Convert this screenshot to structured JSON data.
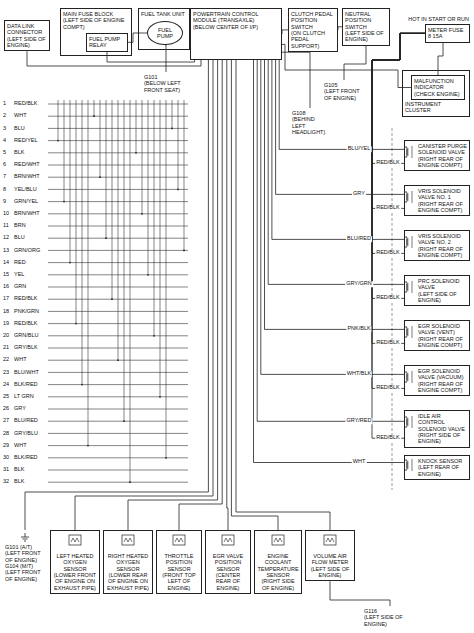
{
  "diagram": {
    "nodes": [
      {
        "text": [
          "MAIN FUSE BLOCK",
          "(LEFT SIDE OF ENGINE COMPT)"
        ]
      },
      {
        "text": [
          "FUEL PUMP RELAY"
        ],
        "in": 0
      },
      {
        "text": [
          "DATA LINK CONNECTOR",
          "(LEFT SIDE OF ENGINE)"
        ]
      },
      {
        "text": [
          "FUEL TANK UNIT"
        ]
      },
      {
        "text": [
          "FUEL PUMP"
        ],
        "in": 3
      },
      {
        "text": [
          "POWERTRAIN CONTROL MODULE (TRANSAXLE)",
          "(BELOW CENTER OF I/P)"
        ]
      },
      {
        "text": [
          "CLUTCH PEDAL POSITION SWITCH",
          "(ON CLUTCH PEDAL SUPPORT)"
        ]
      },
      {
        "text": [
          "NEUTRAL POSITION SWITCH",
          "(LEFT SIDE OF ENGINE)"
        ]
      },
      {
        "text": [
          "HOT IN START OR RUN",
          "METER FUSE 8 15A"
        ]
      },
      {
        "text": [
          "INSTRUMENT CLUSTER"
        ]
      },
      {
        "text": [
          "MALFUNCTION INDICATOR",
          "(CHECK ENGINE)"
        ],
        "in": 9
      },
      {
        "text": [
          "G101",
          "(BELOW LEFT FRONT SEAT)"
        ]
      },
      {
        "text": [
          "G105",
          "(LEFT FRONT OF ENGINE)"
        ]
      },
      {
        "text": [
          "G108",
          "(BEHIND LEFT HEADLIGHT)"
        ]
      },
      {
        "text": [
          "CANISTER PURGE SOLENOID VALVE",
          "(RIGHT REAR OF ENGINE COMPT)"
        ]
      },
      {
        "text": [
          "VRIS SOLENOID VALVE NO. 1",
          "(RIGHT REAR OF ENGINE COMPT)"
        ]
      },
      {
        "text": [
          "VRIS SOLENOID VALVE NO. 2",
          "(RIGHT REAR OF ENGINE COMPT)"
        ]
      },
      {
        "text": [
          "PRC SOLENOID VALVE",
          "(LEFT SIDE OF ENGINE)"
        ]
      },
      {
        "text": [
          "EGR SOLENOID VALVE (VENT)",
          "(RIGHT REAR OF ENGINE COMPT)"
        ]
      },
      {
        "text": [
          "EGR SOLENOID VALVE (VACUUM)",
          "(RIGHT REAR OF ENGINE COMPT)"
        ]
      },
      {
        "text": [
          "IDLE AIR CONTROL SOLENOID VALVE",
          "(RIGHT SIDE OF ENGINE)"
        ]
      },
      {
        "text": [
          "KNOCK SENSOR",
          "(LEFT REAR OF ENGINE)"
        ]
      },
      {
        "text": [
          "G101 (A/T)",
          "(LEFT FRONT OF ENGINE)",
          "G104 (M/T)",
          "(LEFT FRONT OF ENGINE)"
        ]
      },
      {
        "text": [
          "LEFT HEATED OXYGEN SENSOR",
          "(LOWER FRONT OF ENGINE ON EXHAUST PIPE)"
        ]
      },
      {
        "text": [
          "RIGHT HEATED OXYGEN SENSOR",
          "(LOWER REAR OF ENGINE ON EXHAUST PIPE)"
        ]
      },
      {
        "text": [
          "THROTTLE POSITION SENSOR",
          "(FRONT TOP LEFT OF ENGINE)"
        ]
      },
      {
        "text": [
          "EGR VALVE POSITION SENSOR",
          "(CENTER REAR OF ENGINE)"
        ]
      },
      {
        "text": [
          "ENGINE COOLANT TEMPERATURE SENSOR",
          "(RIGHT SIDE OF ENGINE)"
        ]
      },
      {
        "text": [
          "VOLUME AIR FLOW METER",
          "(LEFT SIDE OF ENGINE)"
        ]
      },
      {
        "text": [
          "G116",
          "(LEFT SIDE OF ENGINE)"
        ]
      }
    ],
    "edges": [
      {
        "from": 1,
        "to": 5,
        "arrow": "none"
      },
      {
        "from": 1,
        "to": 4,
        "arrow": "none"
      },
      {
        "from": 4,
        "to": 11,
        "arrow": "none"
      },
      {
        "from": 2,
        "to": 5,
        "arrow": "none"
      },
      {
        "from": 5,
        "to": 6,
        "arrow": "none"
      },
      {
        "from": 6,
        "to": 7,
        "arrow": "none"
      },
      {
        "from": 7,
        "to": 12,
        "arrow": "none"
      },
      {
        "from": 5,
        "to": 13,
        "arrow": "none"
      },
      {
        "from": 8,
        "to": 10,
        "arrow": "none"
      },
      {
        "from": 10,
        "to": 5,
        "arrow": "none"
      },
      {
        "from": 8,
        "to": 14,
        "label": "RED/BLK",
        "arrow": "none"
      },
      {
        "from": 8,
        "to": 15,
        "label": "RED/BLK",
        "arrow": "none"
      },
      {
        "from": 8,
        "to": 16,
        "label": "RED/BLK",
        "arrow": "none"
      },
      {
        "from": 8,
        "to": 17,
        "label": "RED/BLK",
        "arrow": "none"
      },
      {
        "from": 8,
        "to": 18,
        "label": "RED/BLK",
        "arrow": "none"
      },
      {
        "from": 8,
        "to": 19,
        "label": "RED/BLK",
        "arrow": "none"
      },
      {
        "from": 8,
        "to": 20,
        "label": "RED/BLK",
        "arrow": "none"
      },
      {
        "from": 5,
        "to": 14,
        "label": "BLU/YEL",
        "arrow": "none"
      },
      {
        "from": 5,
        "to": 15,
        "label": "GRY",
        "arrow": "none"
      },
      {
        "from": 5,
        "to": 16,
        "label": "BLU/RED",
        "arrow": "none"
      },
      {
        "from": 5,
        "to": 17,
        "label": "GRY/GRN",
        "arrow": "none"
      },
      {
        "from": 5,
        "to": 18,
        "label": "PNK/BLK",
        "arrow": "none"
      },
      {
        "from": 5,
        "to": 19,
        "label": "WHT/BLK",
        "arrow": "none"
      },
      {
        "from": 5,
        "to": 20,
        "label": "GRY/RED",
        "arrow": "none"
      },
      {
        "from": 5,
        "to": 21,
        "label": "WHT",
        "arrow": "none"
      },
      {
        "from": 5,
        "to": 22,
        "arrow": "none"
      },
      {
        "from": 5,
        "to": 23,
        "arrow": "none"
      },
      {
        "from": 5,
        "to": 24,
        "arrow": "none"
      },
      {
        "from": 5,
        "to": 25,
        "arrow": "none"
      },
      {
        "from": 5,
        "to": 26,
        "arrow": "none"
      },
      {
        "from": 5,
        "to": 27,
        "arrow": "none"
      },
      {
        "from": 5,
        "to": 28,
        "arrow": "none"
      },
      {
        "from": 28,
        "to": 29,
        "arrow": "none"
      }
    ],
    "labels": [
      "1",
      "2",
      "3",
      "4",
      "5",
      "6",
      "7",
      "8",
      "9",
      "10",
      "11",
      "12",
      "13",
      "14",
      "15",
      "16",
      "17",
      "18",
      "19",
      "20",
      "21",
      "22",
      "23",
      "24",
      "25",
      "26",
      "27",
      "28",
      "29",
      "30",
      "31",
      "32",
      "RED/BLK",
      "WHT",
      "BLU",
      "RED/YEL",
      "BLK",
      "RED/WHT",
      "BRN/WHT",
      "YEL/BLU",
      "GRN/YEL",
      "BRN/WHT",
      "BRN",
      "BLU",
      "GRN/ORG",
      "RED",
      "YEL",
      "GRN",
      "RED/BLK",
      "PNK/GRN",
      "RED/BLK",
      "GRN/BLU",
      "GRY/BLK",
      "WHT",
      "BLU/WHT",
      "BLK/RED",
      "LT GRN",
      "GRY",
      "BLU/RED",
      "GRY/BLU",
      "WHT",
      "BLK/RED",
      "BLK",
      "BLK"
    ]
  }
}
